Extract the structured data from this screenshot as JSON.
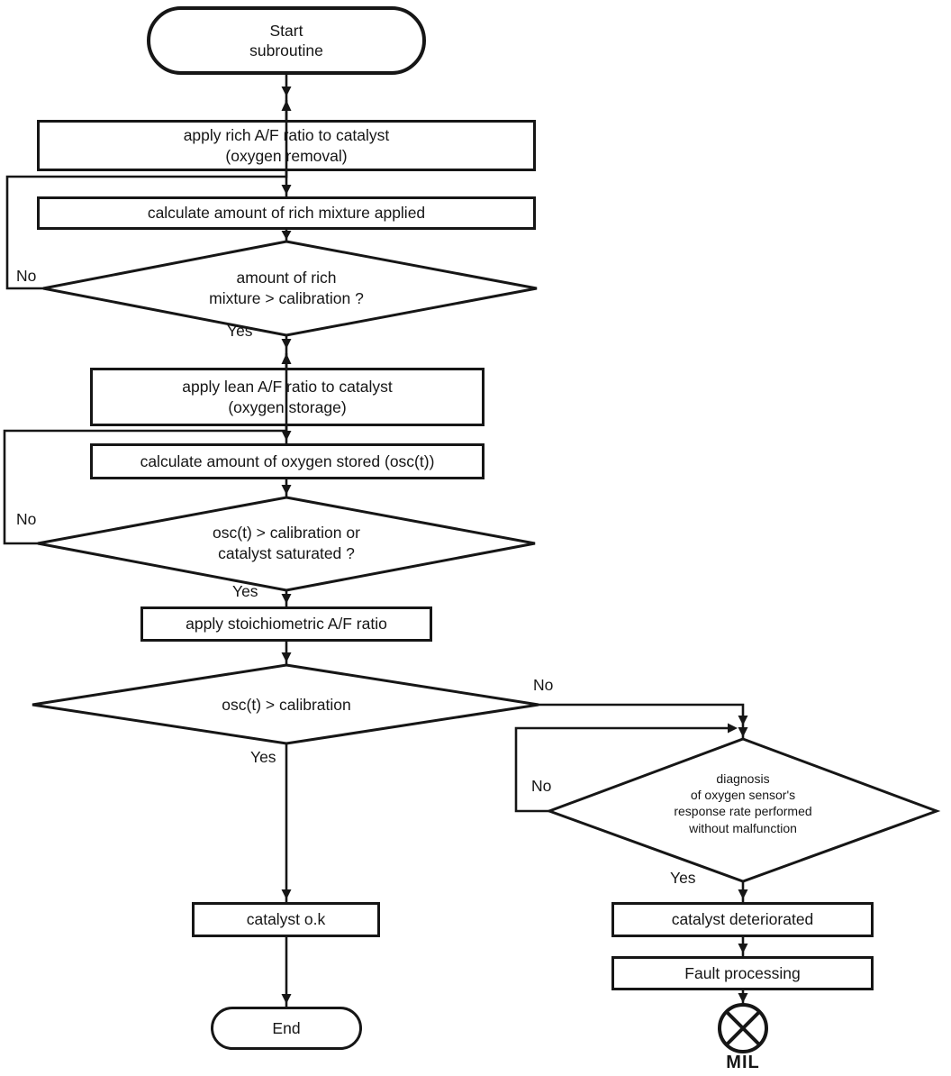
{
  "diagram": {
    "type": "flowchart",
    "colors": {
      "stroke": "#161616",
      "background": "#ffffff"
    },
    "nodes": {
      "start": {
        "shape": "terminator",
        "label": "Start\nsubroutine"
      },
      "apply_rich": {
        "shape": "process",
        "label": "apply rich A/F ratio to catalyst\n(oxygen removal)"
      },
      "calc_rich": {
        "shape": "process",
        "label": "calculate amount of rich mixture applied"
      },
      "rich_decision": {
        "shape": "decision",
        "label": "amount of rich\nmixture > calibration ?"
      },
      "apply_lean": {
        "shape": "process",
        "label": "apply lean A/F ratio to catalyst\n(oxygen storage)"
      },
      "calc_osc": {
        "shape": "process",
        "label": "calculate amount of oxygen stored (osc(t))"
      },
      "osc_decision": {
        "shape": "decision",
        "label": "osc(t) > calibration or\ncatalyst saturated ?"
      },
      "apply_stoich": {
        "shape": "process",
        "label": "apply stoichiometric A/F ratio"
      },
      "calib_decision": {
        "shape": "decision",
        "label": "osc(t) > calibration"
      },
      "sensor_decision": {
        "shape": "decision",
        "label": "diagnosis\nof oxygen sensor's\nresponse rate performed\nwithout malfunction"
      },
      "catalyst_ok": {
        "shape": "process",
        "label": "catalyst o.k"
      },
      "end": {
        "shape": "terminator",
        "label": "End"
      },
      "catalyst_det": {
        "shape": "process",
        "label": "catalyst deteriorated"
      },
      "fault_processing": {
        "shape": "process",
        "label": "Fault processing"
      },
      "mil": {
        "shape": "indicator",
        "label": "MIL"
      }
    },
    "edge_labels": {
      "rich_no": "No",
      "rich_yes": "Yes",
      "osc_no": "No",
      "osc_yes": "Yes",
      "calib_no": "No",
      "calib_yes": "Yes",
      "sensor_no": "No",
      "sensor_yes": "Yes"
    }
  }
}
